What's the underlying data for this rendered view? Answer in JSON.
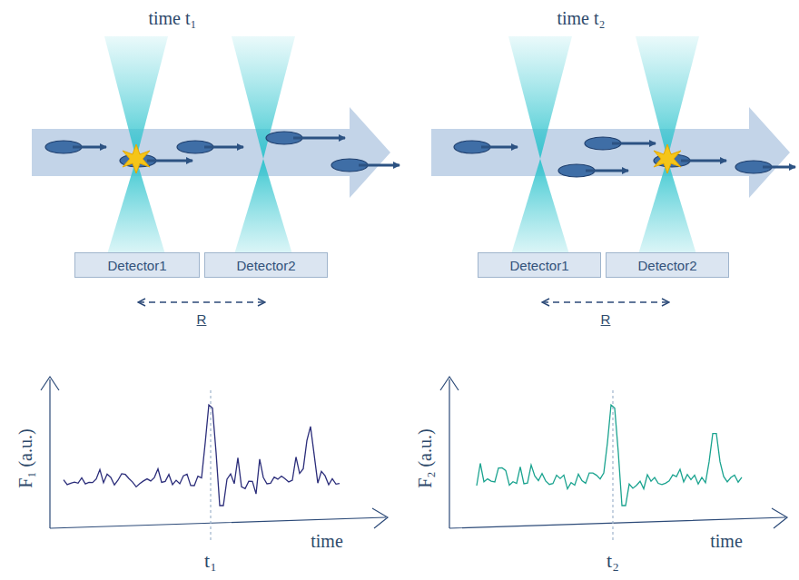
{
  "diagram": {
    "nodes": [
      {
        "text": [
          "Detector1"
        ]
      },
      {
        "text": [
          "Detector2"
        ]
      },
      {
        "text": [
          "Detector1"
        ]
      },
      {
        "text": [
          "Detector2"
        ]
      }
    ],
    "labels": [
      "time t₁",
      "time t₂",
      "R",
      "R",
      "F₁ (a.u.)",
      "time",
      "t₁",
      "F₂ (a.u.)",
      "time",
      "t₂"
    ]
  }
}
